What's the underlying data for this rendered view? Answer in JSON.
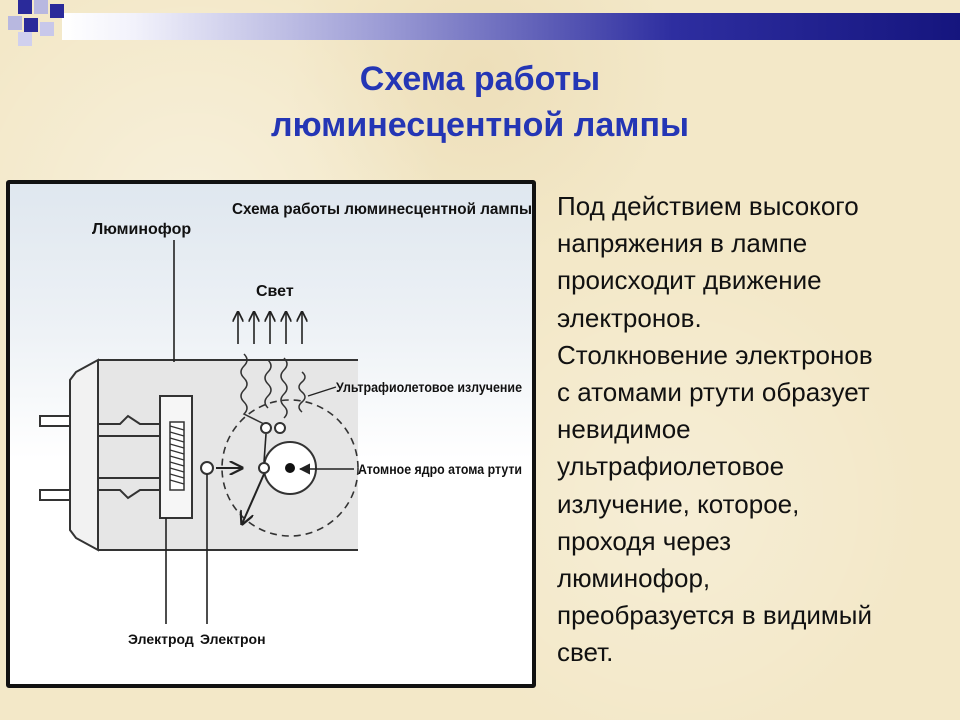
{
  "slide": {
    "title_line1": "Схема работы",
    "title_line2": "люминесцентной лампы",
    "accent_color": "#2436b5"
  },
  "diagram": {
    "title": "Схема работы люминесцентной лампы",
    "labels": {
      "phosphor": "Люминофор",
      "light": "Свет",
      "uv": "Ультрафиолетовое излучение",
      "nucleus": "Атомное ядро атома ртути",
      "electrode": "Электрод",
      "electron": "Электрон"
    }
  },
  "description": {
    "lines": [
      "Под действием высокого",
      "напряжения в лампе",
      "происходит движение",
      "электронов.",
      "Столкновение электронов",
      "с атомами ртути образует",
      "невидимое",
      "ультрафиолетовое",
      "излучение, которое,",
      "проходя через",
      "люминофор,",
      "преобразуется в видимый",
      "свет."
    ]
  }
}
